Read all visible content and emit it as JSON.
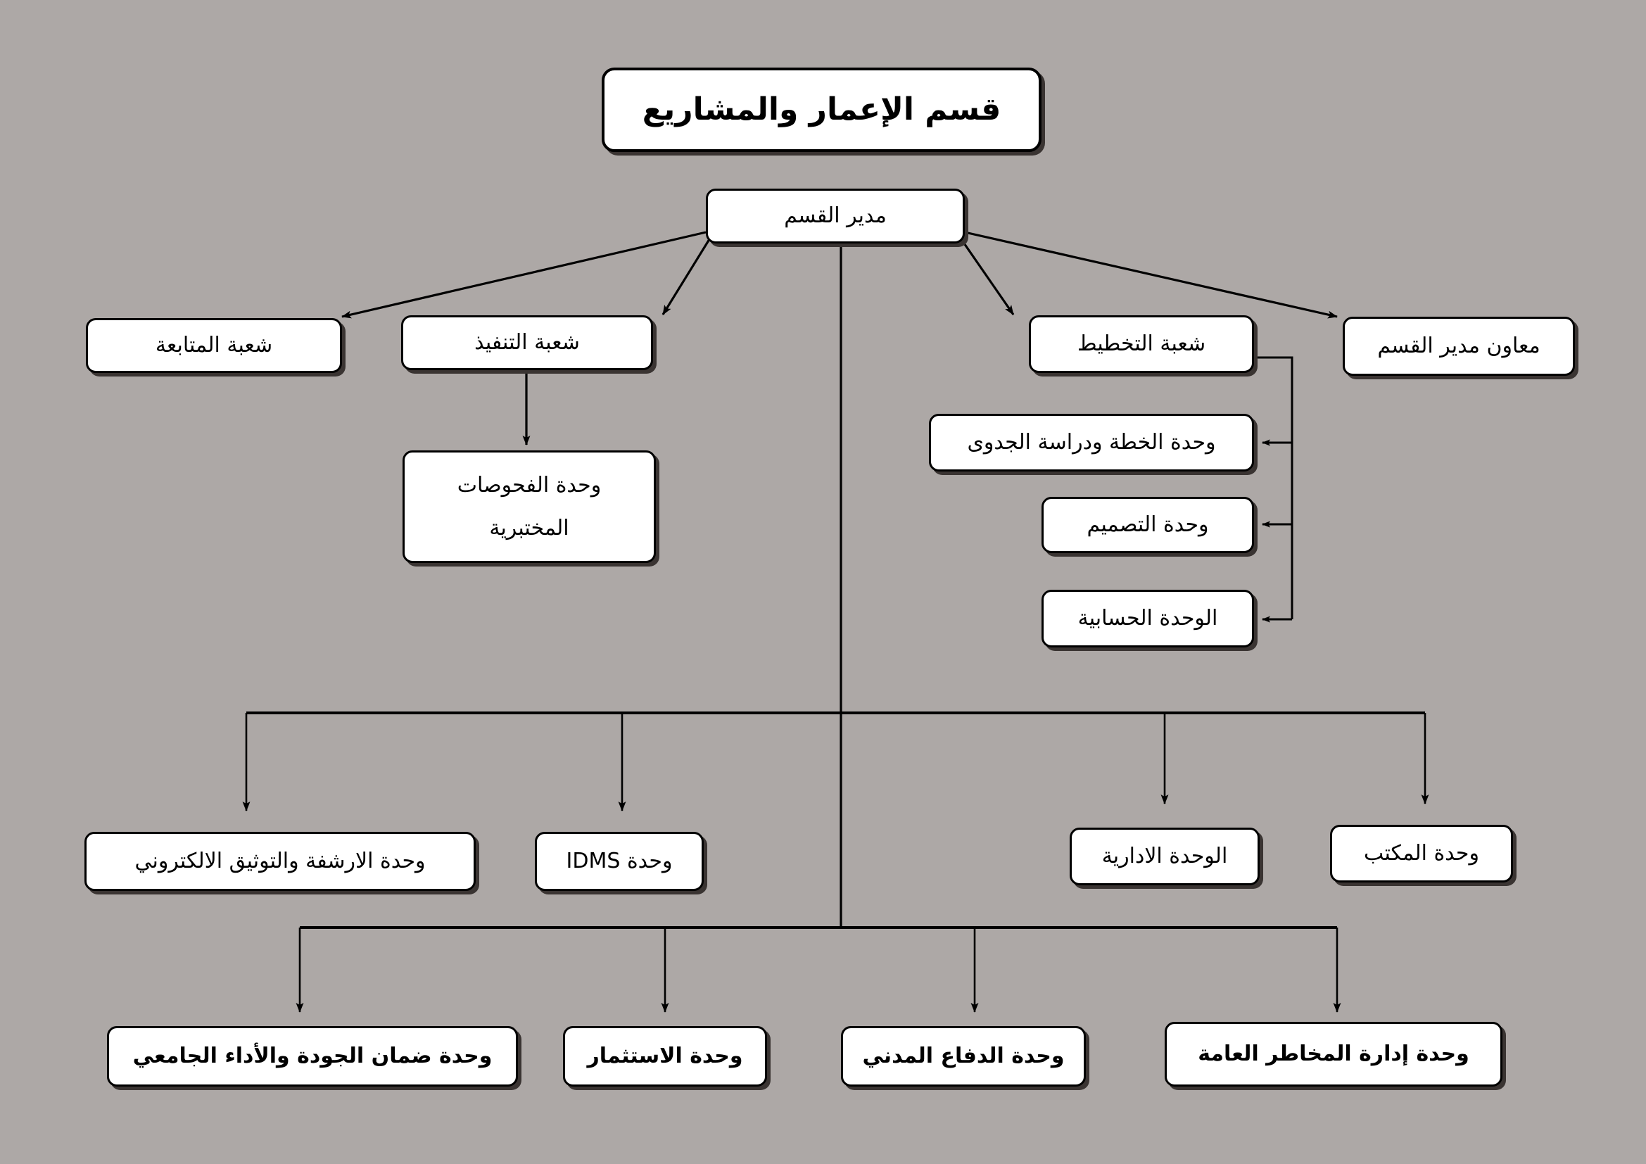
{
  "chart_title": "قسم الإعمار والمشاريع",
  "colors": {
    "background": "#ada8a6",
    "node_fill": "#ffffff",
    "node_border": "#000000",
    "shadow": "#3a3432",
    "edge": "#000000"
  },
  "nodes": {
    "title": {
      "label": "قسم الإعمار والمشاريع"
    },
    "director": {
      "label": "مدير القسم"
    },
    "deputy_director": {
      "label": "معاون مدير القسم"
    },
    "planning_division": {
      "label": "شعبة التخطيط"
    },
    "implementation_division": {
      "label": "شعبة التنفيذ"
    },
    "followup_division": {
      "label": "شعبة المتابعة"
    },
    "lab_tests_unit": {
      "line1": "وحدة الفحوصات",
      "line2": "المختبرية"
    },
    "plan_feasibility_unit": {
      "label": "وحدة الخطة ودراسة الجدوى"
    },
    "design_unit": {
      "label": "وحدة التصميم"
    },
    "accounting_unit": {
      "label": "الوحدة الحسابية"
    },
    "archiving_unit": {
      "label": "وحدة الارشفة والتوثيق الالكتروني"
    },
    "idms_unit": {
      "label": "وحدة IDMS"
    },
    "administrative_unit": {
      "label": "الوحدة الادارية"
    },
    "office_unit": {
      "label": "وحدة المكتب"
    },
    "quality_assurance_unit": {
      "label": "وحدة ضمان الجودة والأداء الجامعي"
    },
    "investment_unit": {
      "label": "وحدة الاستثمار"
    },
    "civil_defense_unit": {
      "label": "وحدة الدفاع المدني"
    },
    "risk_management_unit": {
      "label": "وحدة إدارة المخاطر العامة"
    }
  },
  "chart_data": {
    "type": "diagram",
    "diagram_kind": "organizational-chart",
    "title": "قسم الإعمار والمشاريع",
    "direction": "rtl",
    "levels": [
      {
        "level": 0,
        "nodes": [
          "قسم الإعمار والمشاريع"
        ]
      },
      {
        "level": 1,
        "nodes": [
          "مدير القسم"
        ]
      },
      {
        "level": 2,
        "nodes": [
          "معاون مدير القسم",
          "شعبة التخطيط",
          "شعبة التنفيذ",
          "شعبة المتابعة"
        ]
      },
      {
        "level": 3,
        "nodes": [
          "وحدة الخطة ودراسة الجدوى",
          "وحدة التصميم",
          "الوحدة الحسابية",
          "وحدة الفحوصات المختبرية"
        ]
      },
      {
        "level": 4,
        "nodes": [
          "وحدة الارشفة والتوثيق الالكتروني",
          "وحدة IDMS",
          "الوحدة الادارية",
          "وحدة المكتب"
        ]
      },
      {
        "level": 5,
        "nodes": [
          "وحدة ضمان الجودة والأداء الجامعي",
          "وحدة الاستثمار",
          "وحدة الدفاع المدني",
          "وحدة إدارة المخاطر العامة"
        ]
      }
    ],
    "edges": [
      {
        "from": "مدير القسم",
        "to": "معاون مدير القسم",
        "style": "diagonal-arrow"
      },
      {
        "from": "مدير القسم",
        "to": "شعبة التخطيط",
        "style": "diagonal-arrow"
      },
      {
        "from": "مدير القسم",
        "to": "شعبة التنفيذ",
        "style": "diagonal-arrow"
      },
      {
        "from": "مدير القسم",
        "to": "شعبة المتابعة",
        "style": "diagonal-arrow"
      },
      {
        "from": "شعبة التنفيذ",
        "to": "وحدة الفحوصات المختبرية",
        "style": "vertical-arrow"
      },
      {
        "from": "شعبة التخطيط",
        "to": "وحدة الخطة ودراسة الجدوى",
        "style": "bracket-arrow"
      },
      {
        "from": "شعبة التخطيط",
        "to": "وحدة التصميم",
        "style": "bracket-arrow"
      },
      {
        "from": "شعبة التخطيط",
        "to": "الوحدة الحسابية",
        "style": "bracket-arrow"
      },
      {
        "from": "مدير القسم",
        "to": "وحدة الارشفة والتوثيق الالكتروني",
        "style": "bus-arrow"
      },
      {
        "from": "مدير القسم",
        "to": "وحدة IDMS",
        "style": "bus-arrow"
      },
      {
        "from": "مدير القسم",
        "to": "الوحدة الادارية",
        "style": "bus-arrow"
      },
      {
        "from": "مدير القسم",
        "to": "وحدة المكتب",
        "style": "bus-arrow"
      },
      {
        "from": "مدير القسم",
        "to": "وحدة ضمان الجودة والأداء الجامعي",
        "style": "bus-arrow"
      },
      {
        "from": "مدير القسم",
        "to": "وحدة الاستثمار",
        "style": "bus-arrow"
      },
      {
        "from": "مدير القسم",
        "to": "وحدة الدفاع المدني",
        "style": "bus-arrow"
      },
      {
        "from": "مدير القسم",
        "to": "وحدة إدارة المخاطر العامة",
        "style": "bus-arrow"
      }
    ]
  }
}
